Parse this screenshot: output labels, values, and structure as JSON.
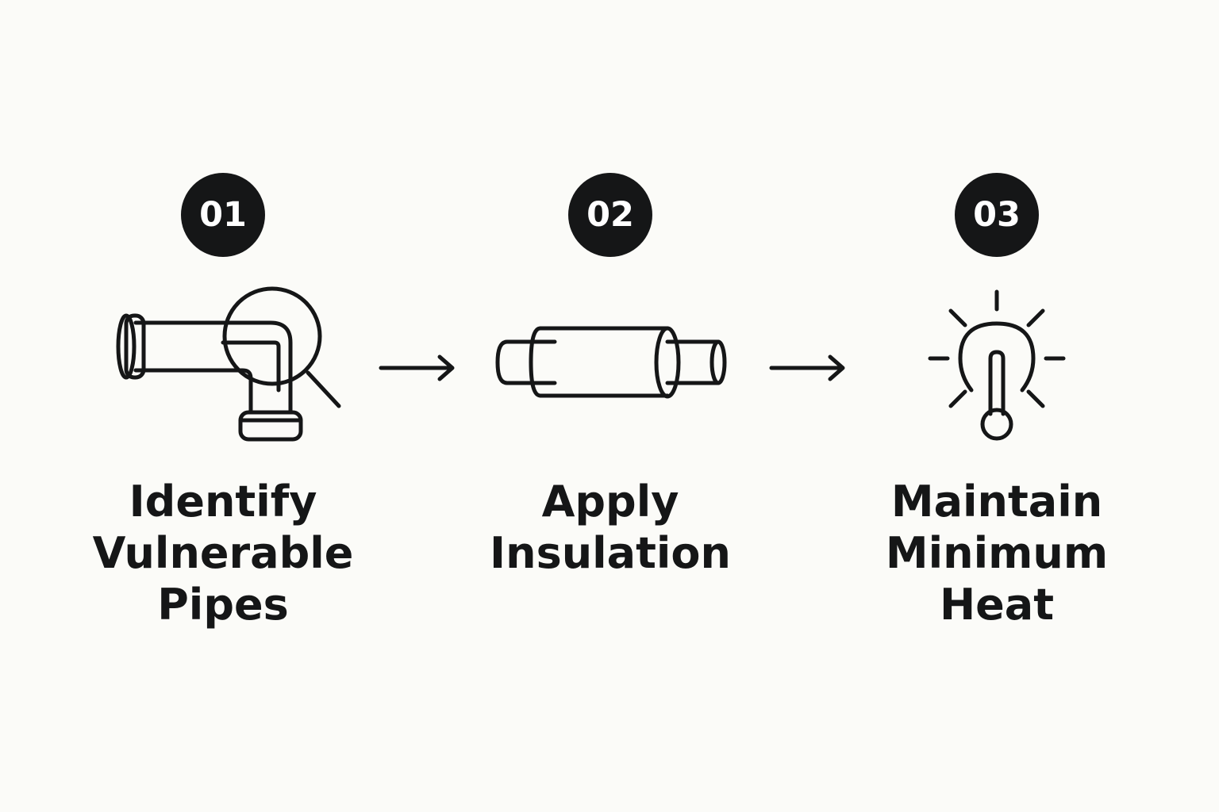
{
  "steps": [
    {
      "number": "01",
      "icon": "pipe-magnifier-icon",
      "label_lines": [
        "Identify",
        "Vulnerable",
        "Pipes"
      ]
    },
    {
      "number": "02",
      "icon": "insulated-pipe-icon",
      "label_lines": [
        "Apply",
        "Insulation"
      ]
    },
    {
      "number": "03",
      "icon": "thermometer-heat-icon",
      "label_lines": [
        "Maintain",
        "Minimum",
        "Heat"
      ]
    }
  ],
  "colors": {
    "background": "#fbfbf8",
    "ink": "#151617",
    "badge_text": "#ffffff"
  }
}
